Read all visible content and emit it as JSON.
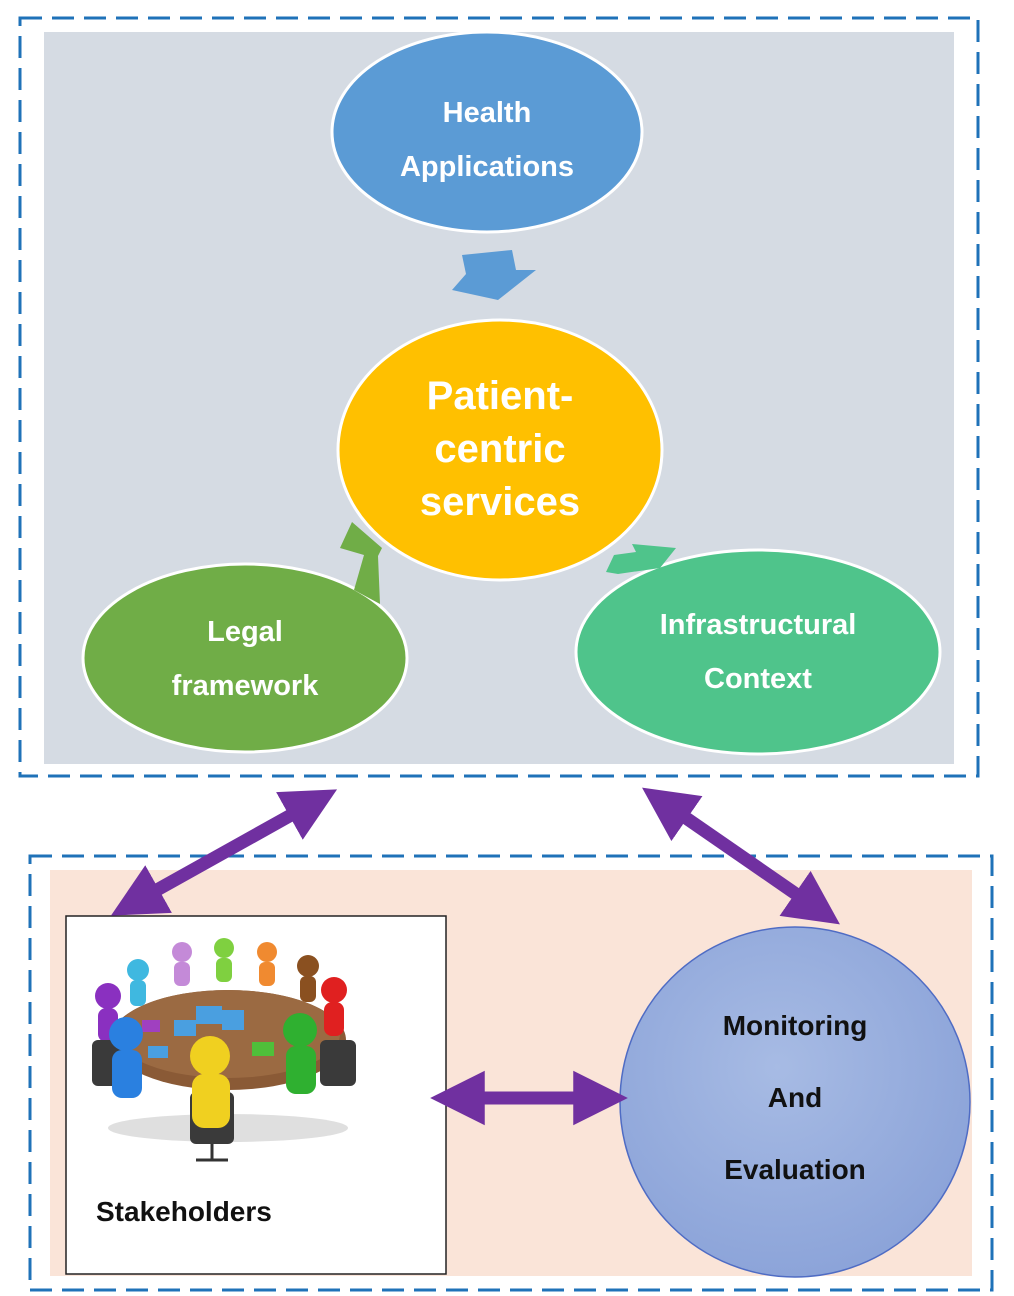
{
  "top_panel": {
    "health_applications": [
      "Health",
      "Applications"
    ],
    "patient_centric": [
      "Patient-",
      "centric",
      "services"
    ],
    "legal_framework": [
      "Legal",
      "framework"
    ],
    "infrastructural_context": [
      "Infrastructural",
      "Context"
    ]
  },
  "bottom_panel": {
    "stakeholders": "Stakeholders",
    "monitoring": [
      "Monitoring",
      "And",
      "Evaluation"
    ]
  },
  "colors": {
    "frame_dash": "#1f72b8",
    "top_bg": "#d5dbe3",
    "bottom_bg": "#fae4d8",
    "health": "#5b9bd5",
    "patient": "#ffc000",
    "legal": "#70ad47",
    "infra": "#4fc48b",
    "monitoring": "#8ea7da",
    "purple_arrow": "#7030a0"
  }
}
